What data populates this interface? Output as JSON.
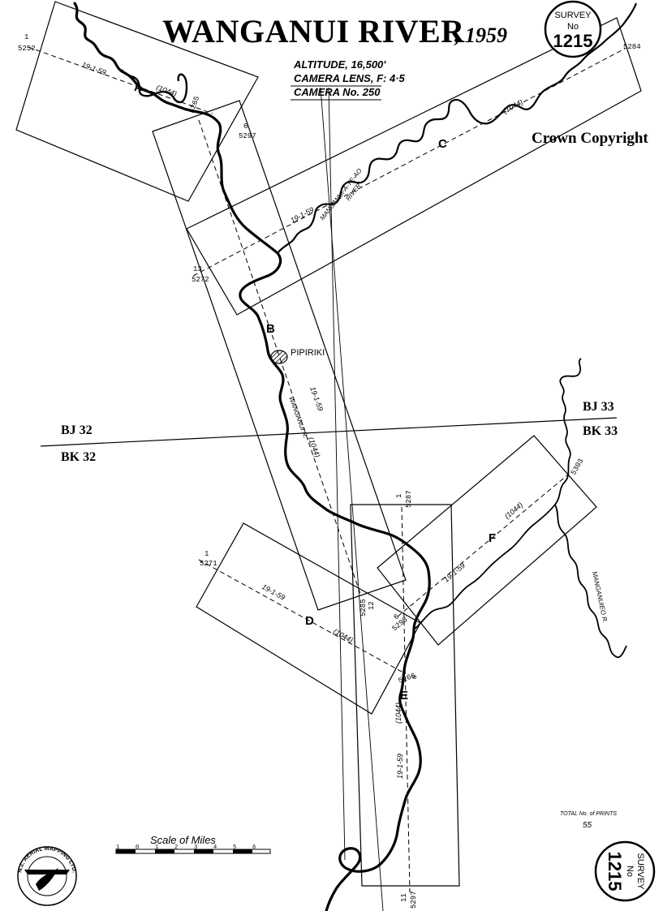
{
  "map": {
    "title": "WANGANUI RIVER",
    "year": ", 1959",
    "info": {
      "altitude": "ALTITUDE, 16,500'",
      "lens": "CAMERA LENS, F: 4·5",
      "camera": "CAMERA No. 250"
    },
    "copyright": "Crown Copyright",
    "survey_stamp_top": {
      "label": "SURVEY",
      "no": "No",
      "number": "1215"
    },
    "survey_stamp_bottom": {
      "label": "SURVEY",
      "no": "No",
      "number": "1215"
    },
    "river_labels": {
      "tributary": "MANGANUI-A-TE-AO",
      "river_word": "RIVER",
      "main": "WANGANUI R.",
      "east": "MANGANUIEO R."
    },
    "town": "PIPIRIKI",
    "grid": {
      "bj32": "BJ 32",
      "bk32": "BK 32",
      "bj33": "BJ 33",
      "bk33": "BK 33"
    },
    "runs": [
      {
        "letter": "A",
        "date": "19-1-59",
        "focal": "(1044)",
        "start_no": "1",
        "start_frame": "5252",
        "end_no": "",
        "end_frame": "5265"
      },
      {
        "letter": "B",
        "date": "19-1-59",
        "focal": "(1044)",
        "start_no": "6",
        "start_frame": "5297",
        "end_no": "12",
        "end_frame": "5285"
      },
      {
        "letter": "C",
        "date": "19-1-59",
        "focal": "(1044)",
        "start_no": "13",
        "start_frame": "5272",
        "end_no": "",
        "end_frame": "5284"
      },
      {
        "letter": "D",
        "date": "19-1-59",
        "focal": "(1044)",
        "start_no": "1",
        "start_frame": "5271",
        "end_no": "6",
        "end_frame": "5266"
      },
      {
        "letter": "E",
        "date": "19-1-59",
        "focal": "(1044)",
        "start_no": "1",
        "start_frame": "5287",
        "end_no": "11",
        "end_frame": "5297"
      },
      {
        "letter": "F",
        "date": "19-1-59",
        "focal": "(1044)",
        "start_no": "6",
        "start_frame": "5298",
        "end_no": "",
        "end_frame": "5303"
      }
    ],
    "scale_label": "Scale of Miles",
    "scale_ticks": [
      "1",
      "0",
      "1",
      "2",
      "3",
      "4",
      "5",
      "6"
    ],
    "total_prints_label": "TOTAL No. of PRINTS",
    "total_prints": "55",
    "maker": "N.Z. AERIAL MAPPING LTD."
  }
}
